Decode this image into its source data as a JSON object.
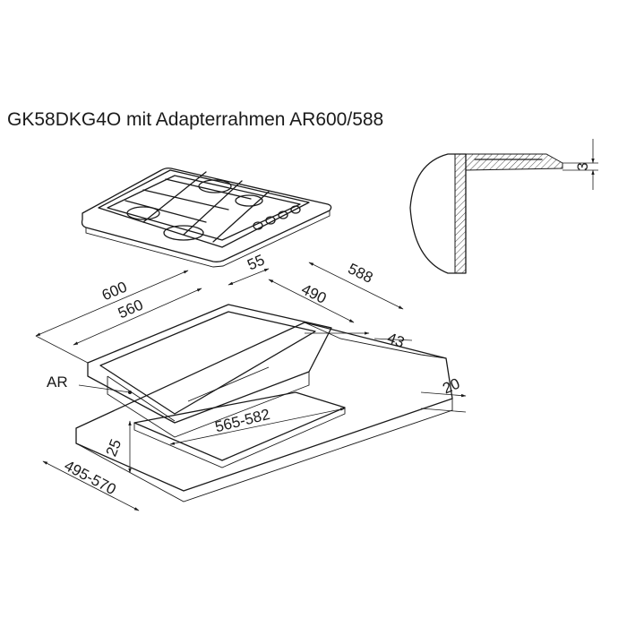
{
  "title": "GK58DKG4O mit Adapterrahmen AR600/588",
  "part_label": "AR",
  "dimensions": {
    "d600": "600",
    "d560": "560",
    "d55": "55",
    "d588": "588",
    "d490": "490",
    "d43": "43",
    "d20": "20",
    "d565_582": "565-582",
    "d25": "25",
    "d495_570": "495-570",
    "d3": "3"
  }
}
